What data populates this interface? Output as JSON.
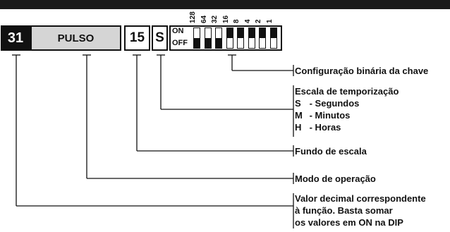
{
  "box_code": "31",
  "box_mode": "PULSO",
  "box_fullscale": "15",
  "box_scale": "S",
  "dip": {
    "on_label": "ON",
    "off_label": "OFF",
    "weights": [
      "128",
      "64",
      "32",
      "16",
      "8",
      "4",
      "2",
      "1"
    ],
    "states": [
      false,
      false,
      false,
      true,
      true,
      true,
      true,
      true
    ]
  },
  "annotations": {
    "config": "Configuração binária da chave",
    "scale_title": "Escala de temporização",
    "scale_options": [
      {
        "key": "S",
        "text": " - Segundos"
      },
      {
        "key": "M",
        "text": " - Minutos"
      },
      {
        "key": "H",
        "text": " - Horas"
      }
    ],
    "fundo": "Fundo de escala",
    "modo": "Modo de operação",
    "valor_lines": [
      "Valor decimal correspondente",
      "à função. Basta somar",
      "os valores em ON na DIP"
    ]
  }
}
